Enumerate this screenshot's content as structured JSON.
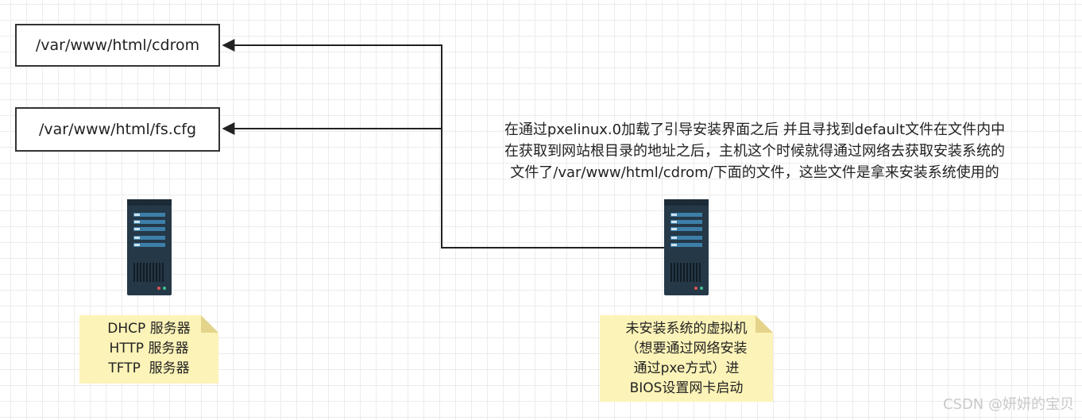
{
  "boxes": {
    "cdrom": "/var/www/html/cdrom",
    "fs_cfg": "/var/www/html/fs.cfg"
  },
  "annotation": {
    "lines": [
      "在通过pxelinux.0加载了引导安装界面之后 并且寻找到default文件在文件内中",
      "在获取到网站根目录的地址之后，主机这个时候就得通过网络去获取安装系统的",
      "文件了/var/www/html/cdrom/下面的文件，这些文件是拿来安装系统使用的"
    ]
  },
  "notes": {
    "left": [
      "DHCP 服务器",
      "HTTP 服务器",
      "TFTP  服务器"
    ],
    "right": [
      "未安装系统的虚拟机",
      "（想要通过网络安装",
      "通过pxe方式）进",
      "BIOS设置网卡启动"
    ]
  },
  "icons": {
    "server": "server-icon",
    "arrow": "arrowhead-icon"
  },
  "colors": {
    "line": "#222222",
    "server_body": "#253847",
    "server_slot": "#3d7fa8",
    "note_fill": "#fcf3b8",
    "note_fold": "#e4d38a"
  },
  "watermark": "CSDN @妍妍的宝贝"
}
